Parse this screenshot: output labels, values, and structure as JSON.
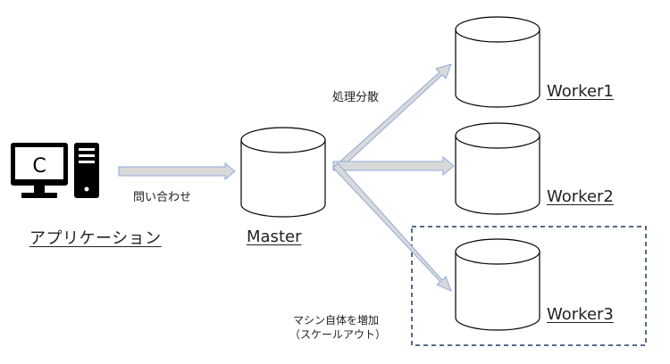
{
  "app": {
    "label": "アプリケーション",
    "monitor_letter": "C"
  },
  "query_label": "問い合わせ",
  "master_label": "Master",
  "distribute_label": "処理分散",
  "workers": [
    {
      "label": "Worker1"
    },
    {
      "label": "Worker2"
    },
    {
      "label": "Worker3"
    }
  ],
  "scaleout_note": {
    "line1": "マシン自体を増加",
    "line2": "（スケールアウト）"
  },
  "colors": {
    "arrow_fill": "#d9d9d9",
    "arrow_stroke": "#8faadc",
    "cylinder_stroke": "#000000",
    "dashed_box": "#1f3864",
    "icon": "#000000"
  }
}
